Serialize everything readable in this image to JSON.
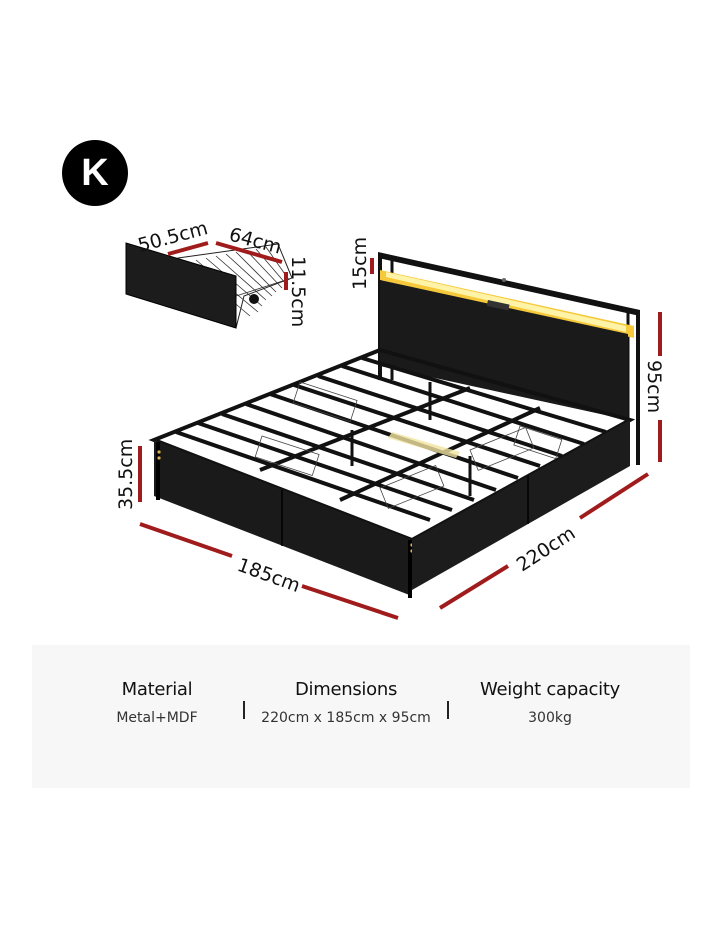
{
  "badge": {
    "letter": "K"
  },
  "diagram": {
    "dimension_color": "#a01c1c",
    "drawer": {
      "width_label": "50.5cm",
      "depth_label": "64cm",
      "height_label": "11.5cm"
    },
    "bed": {
      "shelf_height_label": "15cm",
      "total_height_label": "95cm",
      "side_height_label": "35.5cm",
      "width_label": "185cm",
      "length_label": "220cm"
    }
  },
  "specs": {
    "material": {
      "title": "Material",
      "value": "Metal+MDF"
    },
    "dimensions": {
      "title": "Dimensions",
      "value": "220cm x 185cm x 95cm"
    },
    "weight": {
      "title": "Weight capacity",
      "value": "300kg"
    }
  }
}
